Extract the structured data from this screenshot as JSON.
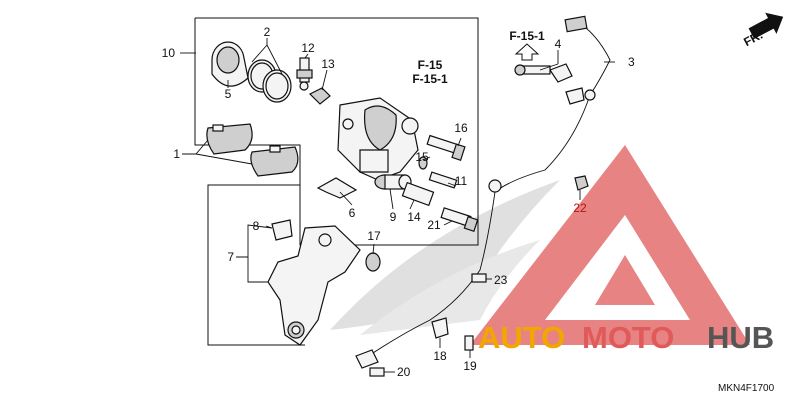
{
  "watermark": {
    "brand_part1": "AUTO",
    "brand_part2": "MOTO",
    "brand_part3": "HUB",
    "colors": {
      "triangle": "#e05a5a",
      "auto": "#f2a600",
      "moto": "#e05a5a",
      "hub": "#555555"
    }
  },
  "orientation_label": "FR.",
  "reference_labels": {
    "main_line1": "F-15",
    "main_line2": "F-15-1",
    "arrow_ref": "F-15-1"
  },
  "diagram_code": "MKN4F1700",
  "callouts": {
    "c1": "1",
    "c2": "2",
    "c3": "3",
    "c4": "4",
    "c5": "5",
    "c6": "6",
    "c7": "7",
    "c8": "8",
    "c9": "9",
    "c10": "10",
    "c11": "11",
    "c12": "12",
    "c13": "13",
    "c14": "14",
    "c15": "15",
    "c16": "16",
    "c17": "17",
    "c18": "18",
    "c19": "19",
    "c20": "20",
    "c21": "21",
    "c22": "22",
    "c23": "23"
  }
}
